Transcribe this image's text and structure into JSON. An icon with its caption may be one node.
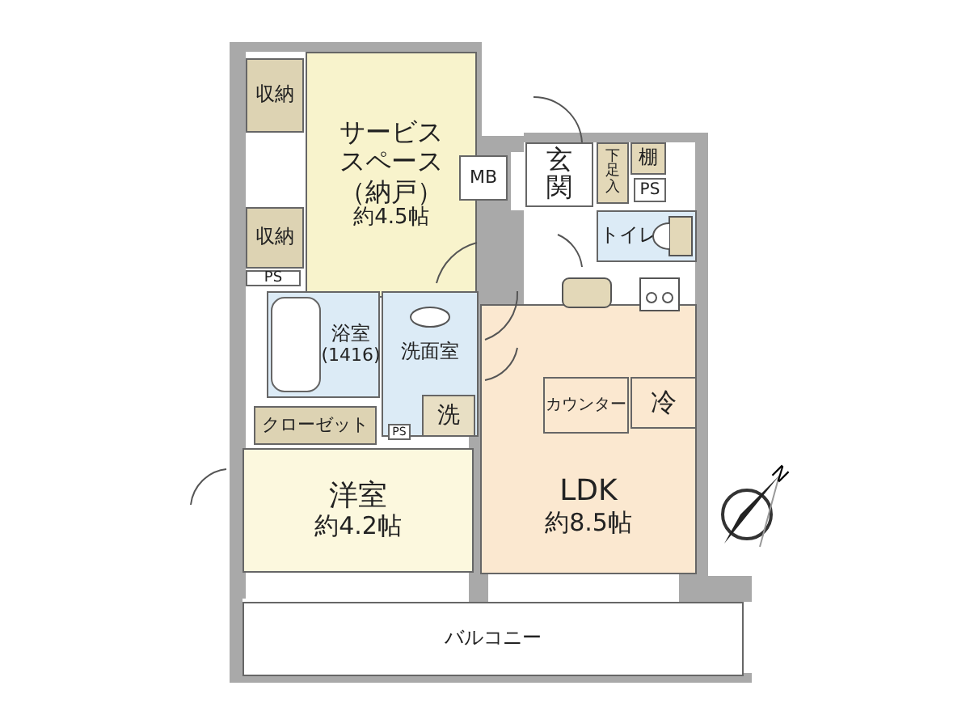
{
  "diagram": {
    "nodes": [
      {
        "text": [
          "収納"
        ]
      },
      {
        "text": [
          "サービススペース（納戸）",
          "約4.5帖"
        ]
      },
      {
        "text": [
          "MB"
        ]
      },
      {
        "text": [
          "玄関"
        ]
      },
      {
        "text": [
          "下足入"
        ]
      },
      {
        "text": [
          "棚"
        ]
      },
      {
        "text": [
          "PS"
        ]
      },
      {
        "text": [
          "収納"
        ]
      },
      {
        "text": [
          "トイレ"
        ]
      },
      {
        "text": [
          "PS"
        ]
      },
      {
        "text": [
          "浴室",
          "(1416)"
        ]
      },
      {
        "text": [
          "洗面室"
        ]
      },
      {
        "text": [
          "洗"
        ],
        "in": 11
      },
      {
        "text": [
          "PS"
        ]
      },
      {
        "text": [
          "LDK",
          "約8.5帖"
        ]
      },
      {
        "text": [
          "カウンター"
        ],
        "in": 14
      },
      {
        "text": [
          "冷"
        ],
        "in": 14
      },
      {
        "text": [
          "クローゼット"
        ]
      },
      {
        "text": [
          "洋室",
          "約4.2帖"
        ]
      },
      {
        "text": [
          "バルコニー"
        ]
      }
    ],
    "labels": [
      "N"
    ]
  }
}
